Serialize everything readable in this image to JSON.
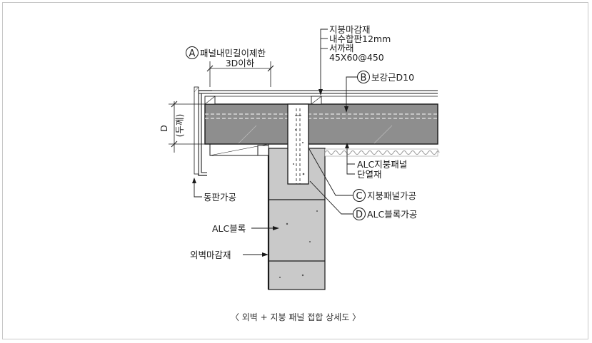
{
  "caption": "〈 외벽 + 지붕 패널 접합 상세도 〉",
  "labels": {
    "roof_finish": "지붕마감재",
    "plywood": "내수합판12mm",
    "rafter": "서까래",
    "rafter_spec": "45X60@450",
    "panel_length_limit": "패널내민길이제한",
    "overhang_limit": "3D이하",
    "reinforcement": "보강근D10",
    "thickness_symbol": "D",
    "thickness_word": "(두께)",
    "alc_roof_panel": "ALC지붕패널",
    "insulation": "단열재",
    "roof_panel_work": "지붕패널가공",
    "block_work": "ALC블록가공",
    "copper_work": "동판가공",
    "alc_block": "ALC블록",
    "wall_finish": "외벽마감재"
  },
  "markers": {
    "a": "A",
    "b": "B",
    "c": "C",
    "d": "D"
  },
  "colors": {
    "panel_fill": "#8e8e8e",
    "block_fill": "#c9c9c9",
    "insulation_stroke": "#9a9a9a",
    "line": "#1a1a1a"
  }
}
